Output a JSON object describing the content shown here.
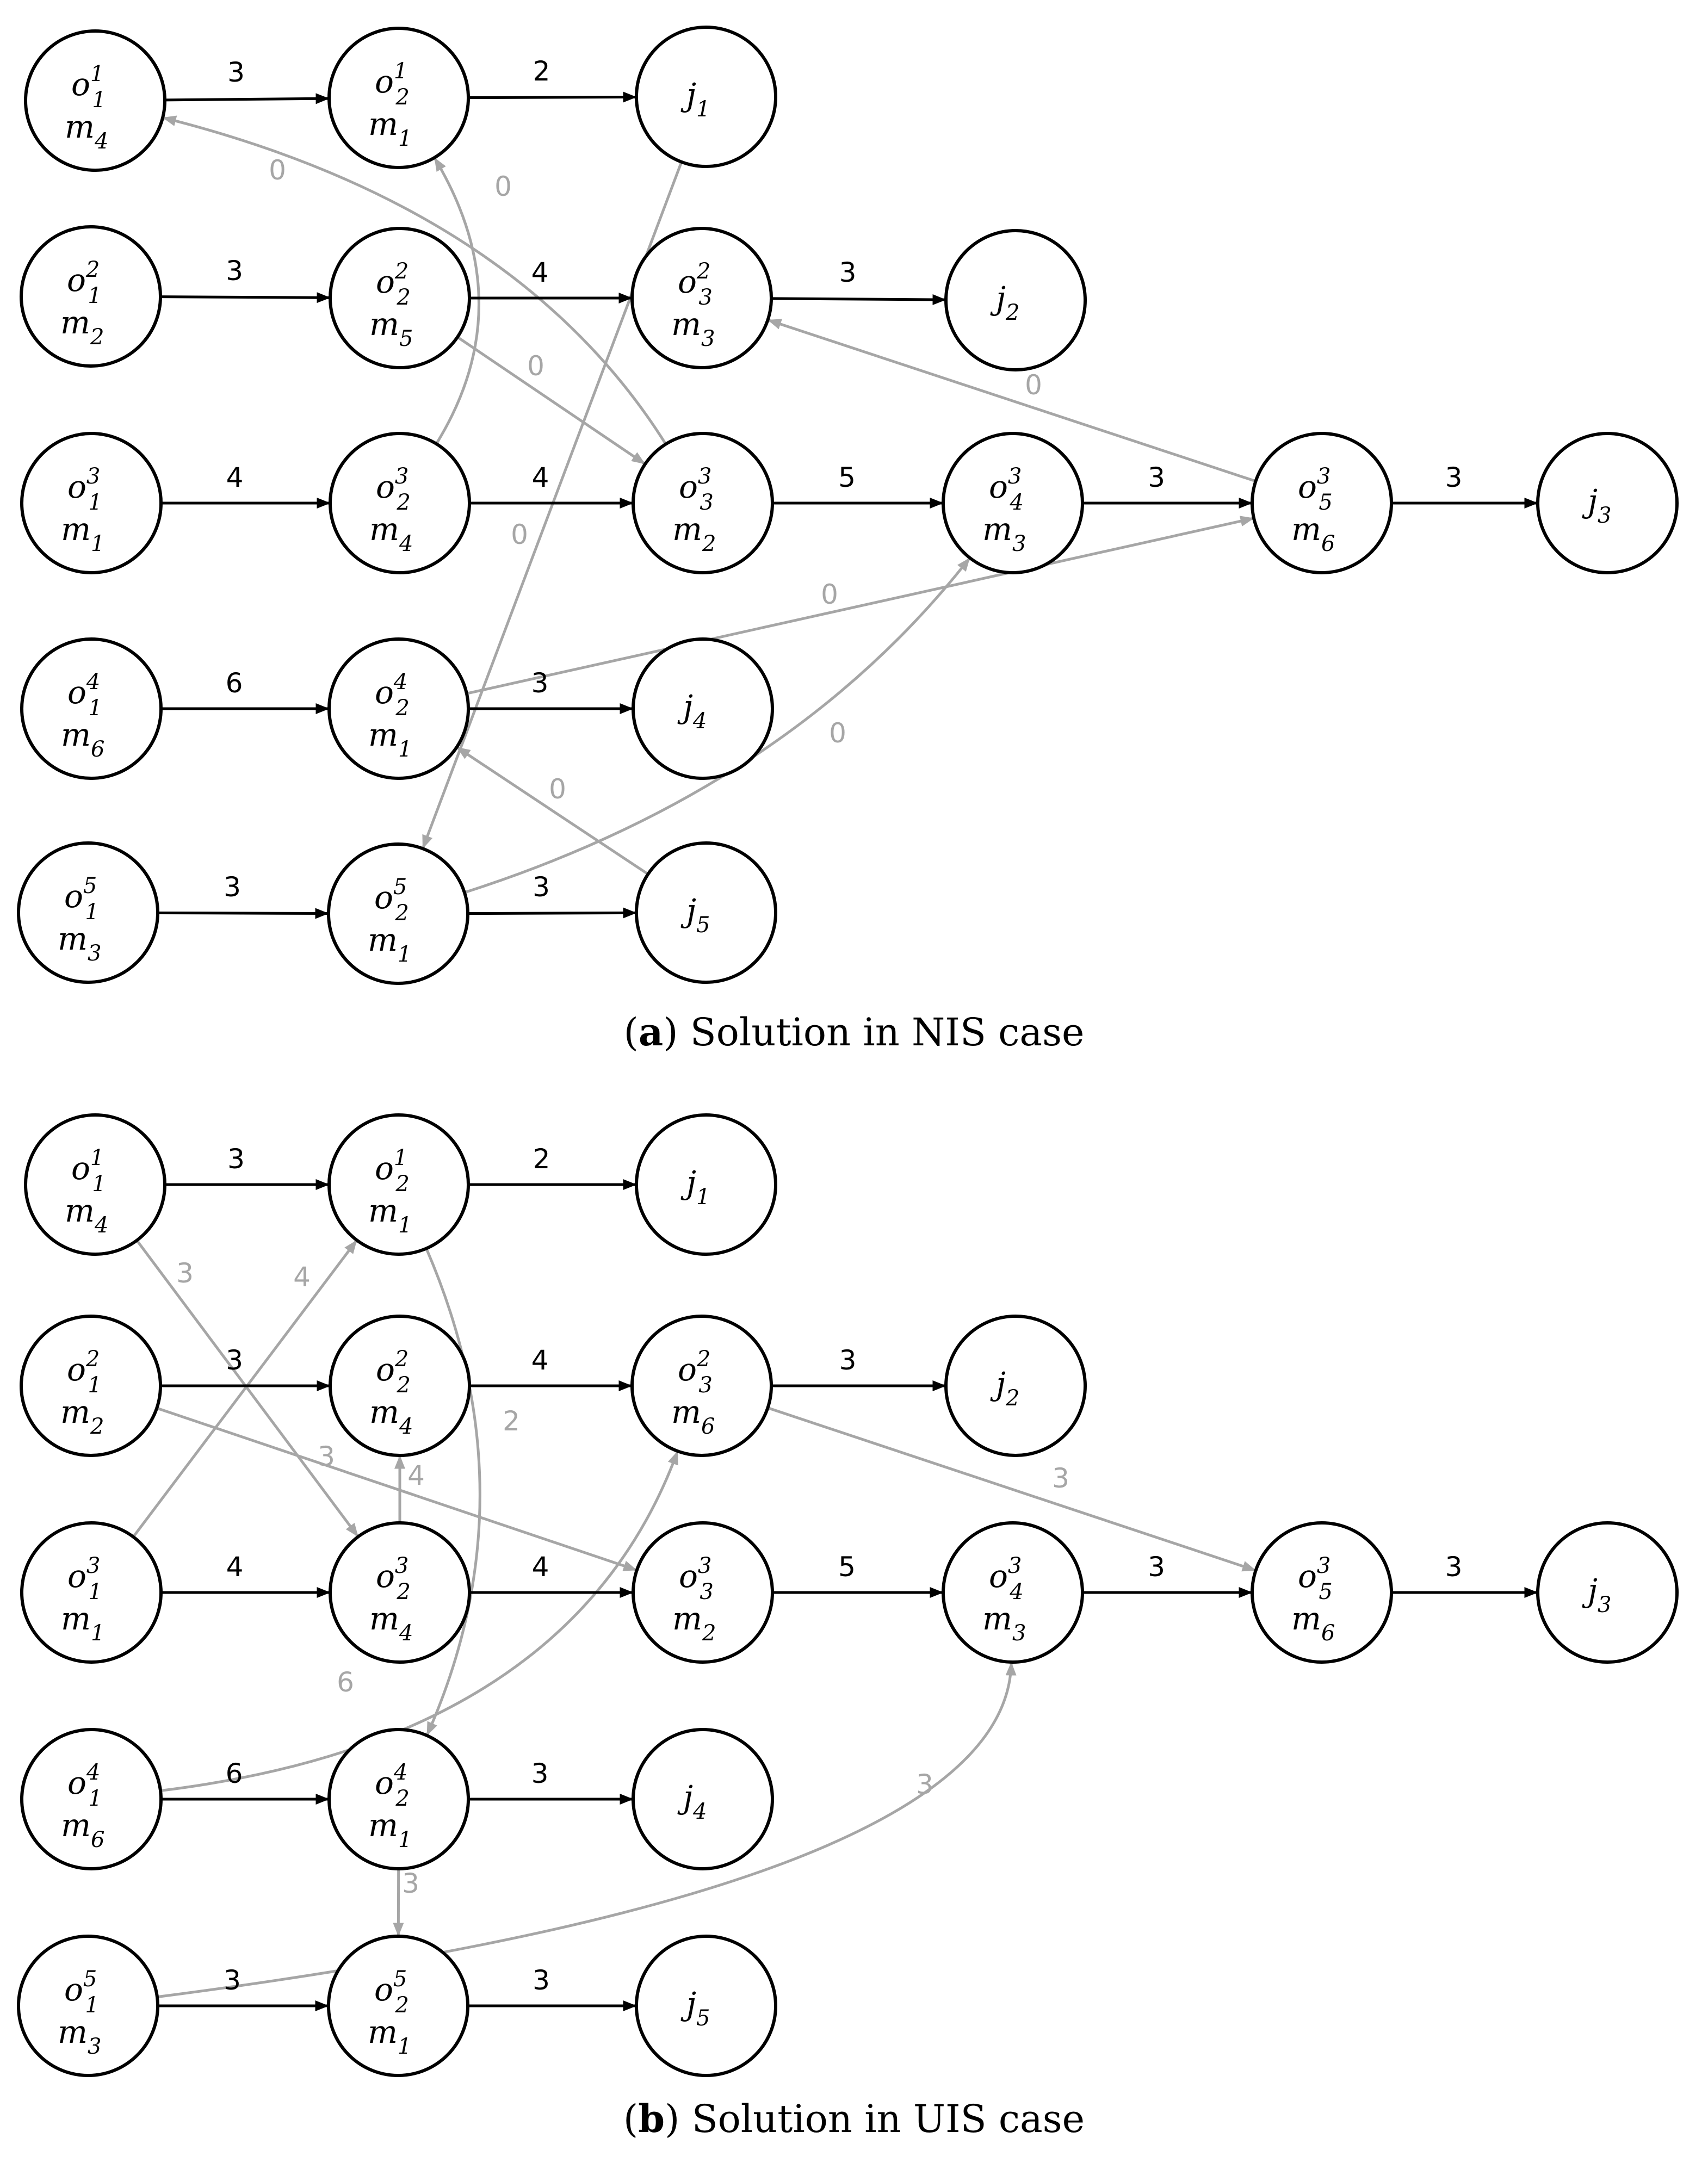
{
  "colors": {
    "conjunctive": "#000000",
    "disjunctive": "#a6a6a6"
  },
  "panels": [
    {
      "id": "a",
      "caption": {
        "letter": "a",
        "text": " Solution in NIS case"
      },
      "nodes": [
        {
          "id": "o11",
          "op": {
            "base": "o",
            "sub": "1",
            "sup": "1"
          },
          "machine": {
            "base": "m",
            "sub": "4"
          }
        },
        {
          "id": "o21",
          "op": {
            "base": "o",
            "sub": "2",
            "sup": "1"
          },
          "machine": {
            "base": "m",
            "sub": "1"
          }
        },
        {
          "id": "j1",
          "job": {
            "base": "j",
            "sub": "1"
          }
        },
        {
          "id": "o12",
          "op": {
            "base": "o",
            "sub": "1",
            "sup": "2"
          },
          "machine": {
            "base": "m",
            "sub": "2"
          }
        },
        {
          "id": "o22",
          "op": {
            "base": "o",
            "sub": "2",
            "sup": "2"
          },
          "machine": {
            "base": "m",
            "sub": "5"
          }
        },
        {
          "id": "o32",
          "op": {
            "base": "o",
            "sub": "3",
            "sup": "2"
          },
          "machine": {
            "base": "m",
            "sub": "3"
          }
        },
        {
          "id": "j2",
          "job": {
            "base": "j",
            "sub": "2"
          }
        },
        {
          "id": "o13",
          "op": {
            "base": "o",
            "sub": "1",
            "sup": "3"
          },
          "machine": {
            "base": "m",
            "sub": "1"
          }
        },
        {
          "id": "o23",
          "op": {
            "base": "o",
            "sub": "2",
            "sup": "3"
          },
          "machine": {
            "base": "m",
            "sub": "4"
          }
        },
        {
          "id": "o33",
          "op": {
            "base": "o",
            "sub": "3",
            "sup": "3"
          },
          "machine": {
            "base": "m",
            "sub": "2"
          }
        },
        {
          "id": "o43",
          "op": {
            "base": "o",
            "sub": "4",
            "sup": "3"
          },
          "machine": {
            "base": "m",
            "sub": "3"
          }
        },
        {
          "id": "o53",
          "op": {
            "base": "o",
            "sub": "5",
            "sup": "3"
          },
          "machine": {
            "base": "m",
            "sub": "6"
          }
        },
        {
          "id": "j3",
          "job": {
            "base": "j",
            "sub": "3"
          }
        },
        {
          "id": "o14",
          "op": {
            "base": "o",
            "sub": "1",
            "sup": "4"
          },
          "machine": {
            "base": "m",
            "sub": "6"
          }
        },
        {
          "id": "o24",
          "op": {
            "base": "o",
            "sub": "2",
            "sup": "4"
          },
          "machine": {
            "base": "m",
            "sub": "1"
          }
        },
        {
          "id": "j4",
          "job": {
            "base": "j",
            "sub": "4"
          }
        },
        {
          "id": "o15",
          "op": {
            "base": "o",
            "sub": "1",
            "sup": "5"
          },
          "machine": {
            "base": "m",
            "sub": "3"
          }
        },
        {
          "id": "o25",
          "op": {
            "base": "o",
            "sub": "2",
            "sup": "5"
          },
          "machine": {
            "base": "m",
            "sub": "1"
          }
        },
        {
          "id": "j5",
          "job": {
            "base": "j",
            "sub": "5"
          }
        }
      ],
      "conjunctive_edges": [
        {
          "from": "o11",
          "to": "o21",
          "weight": "3"
        },
        {
          "from": "o21",
          "to": "j1",
          "weight": "2"
        },
        {
          "from": "o12",
          "to": "o22",
          "weight": "3"
        },
        {
          "from": "o22",
          "to": "o32",
          "weight": "4"
        },
        {
          "from": "o32",
          "to": "j2",
          "weight": "3"
        },
        {
          "from": "o13",
          "to": "o23",
          "weight": "4"
        },
        {
          "from": "o23",
          "to": "o33",
          "weight": "4"
        },
        {
          "from": "o33",
          "to": "o43",
          "weight": "5"
        },
        {
          "from": "o43",
          "to": "o53",
          "weight": "3"
        },
        {
          "from": "o53",
          "to": "j3",
          "weight": "3"
        },
        {
          "from": "o14",
          "to": "o24",
          "weight": "6"
        },
        {
          "from": "o24",
          "to": "j4",
          "weight": "3"
        },
        {
          "from": "o15",
          "to": "o25",
          "weight": "3"
        },
        {
          "from": "o25",
          "to": "j5",
          "weight": "3"
        }
      ],
      "disjunctive_edges": [
        {
          "from": "o33",
          "to": "o11",
          "weight": "0"
        },
        {
          "from": "o23",
          "to": "o21",
          "weight": "0"
        },
        {
          "from": "o22",
          "to": "o33",
          "weight": "0"
        },
        {
          "from": "o53",
          "to": "o32",
          "weight": "0"
        },
        {
          "from": "j1",
          "to": "o25",
          "weight": "0"
        },
        {
          "from": "o24",
          "to": "o53",
          "weight": "0"
        },
        {
          "from": "o25",
          "to": "o43",
          "weight": "0"
        },
        {
          "from": "j5",
          "to": "o24",
          "weight": "0"
        }
      ]
    },
    {
      "id": "b",
      "caption": {
        "letter": "b",
        "text": " Solution in UIS case"
      },
      "nodes": [
        {
          "id": "o11",
          "op": {
            "base": "o",
            "sub": "1",
            "sup": "1"
          },
          "machine": {
            "base": "m",
            "sub": "4"
          }
        },
        {
          "id": "o21",
          "op": {
            "base": "o",
            "sub": "2",
            "sup": "1"
          },
          "machine": {
            "base": "m",
            "sub": "1"
          }
        },
        {
          "id": "j1",
          "job": {
            "base": "j",
            "sub": "1"
          }
        },
        {
          "id": "o12",
          "op": {
            "base": "o",
            "sub": "1",
            "sup": "2"
          },
          "machine": {
            "base": "m",
            "sub": "2"
          }
        },
        {
          "id": "o22",
          "op": {
            "base": "o",
            "sub": "2",
            "sup": "2"
          },
          "machine": {
            "base": "m",
            "sub": "4"
          }
        },
        {
          "id": "o32",
          "op": {
            "base": "o",
            "sub": "3",
            "sup": "2"
          },
          "machine": {
            "base": "m",
            "sub": "6"
          }
        },
        {
          "id": "j2",
          "job": {
            "base": "j",
            "sub": "2"
          }
        },
        {
          "id": "o13",
          "op": {
            "base": "o",
            "sub": "1",
            "sup": "3"
          },
          "machine": {
            "base": "m",
            "sub": "1"
          }
        },
        {
          "id": "o23",
          "op": {
            "base": "o",
            "sub": "2",
            "sup": "3"
          },
          "machine": {
            "base": "m",
            "sub": "4"
          }
        },
        {
          "id": "o33",
          "op": {
            "base": "o",
            "sub": "3",
            "sup": "3"
          },
          "machine": {
            "base": "m",
            "sub": "2"
          }
        },
        {
          "id": "o43",
          "op": {
            "base": "o",
            "sub": "4",
            "sup": "3"
          },
          "machine": {
            "base": "m",
            "sub": "3"
          }
        },
        {
          "id": "o53",
          "op": {
            "base": "o",
            "sub": "5",
            "sup": "3"
          },
          "machine": {
            "base": "m",
            "sub": "6"
          }
        },
        {
          "id": "j3",
          "job": {
            "base": "j",
            "sub": "3"
          }
        },
        {
          "id": "o14",
          "op": {
            "base": "o",
            "sub": "1",
            "sup": "4"
          },
          "machine": {
            "base": "m",
            "sub": "6"
          }
        },
        {
          "id": "o24",
          "op": {
            "base": "o",
            "sub": "2",
            "sup": "4"
          },
          "machine": {
            "base": "m",
            "sub": "1"
          }
        },
        {
          "id": "j4",
          "job": {
            "base": "j",
            "sub": "4"
          }
        },
        {
          "id": "o15",
          "op": {
            "base": "o",
            "sub": "1",
            "sup": "5"
          },
          "machine": {
            "base": "m",
            "sub": "3"
          }
        },
        {
          "id": "o25",
          "op": {
            "base": "o",
            "sub": "2",
            "sup": "5"
          },
          "machine": {
            "base": "m",
            "sub": "1"
          }
        },
        {
          "id": "j5",
          "job": {
            "base": "j",
            "sub": "5"
          }
        }
      ],
      "conjunctive_edges": [
        {
          "from": "o11",
          "to": "o21",
          "weight": "3"
        },
        {
          "from": "o21",
          "to": "j1",
          "weight": "2"
        },
        {
          "from": "o12",
          "to": "o22",
          "weight": "3"
        },
        {
          "from": "o22",
          "to": "o32",
          "weight": "4"
        },
        {
          "from": "o32",
          "to": "j2",
          "weight": "3"
        },
        {
          "from": "o13",
          "to": "o23",
          "weight": "4"
        },
        {
          "from": "o23",
          "to": "o33",
          "weight": "4"
        },
        {
          "from": "o33",
          "to": "o43",
          "weight": "5"
        },
        {
          "from": "o43",
          "to": "o53",
          "weight": "3"
        },
        {
          "from": "o53",
          "to": "j3",
          "weight": "3"
        },
        {
          "from": "o14",
          "to": "o24",
          "weight": "6"
        },
        {
          "from": "o24",
          "to": "j4",
          "weight": "3"
        },
        {
          "from": "o15",
          "to": "o25",
          "weight": "3"
        },
        {
          "from": "o25",
          "to": "j5",
          "weight": "3"
        }
      ],
      "disjunctive_edges": [
        {
          "from": "o11",
          "to": "o23",
          "weight": "3"
        },
        {
          "from": "o13",
          "to": "o21",
          "weight": "4"
        },
        {
          "from": "o21",
          "to": "o24",
          "weight": "2"
        },
        {
          "from": "o12",
          "to": "o33",
          "weight": "3"
        },
        {
          "from": "o23",
          "to": "o22",
          "weight": "4"
        },
        {
          "from": "o14",
          "to": "o32",
          "weight": "6"
        },
        {
          "from": "o32",
          "to": "o53",
          "weight": "3"
        },
        {
          "from": "o24",
          "to": "o25",
          "weight": "3"
        },
        {
          "from": "o15",
          "to": "o43",
          "weight": "3"
        }
      ]
    }
  ]
}
